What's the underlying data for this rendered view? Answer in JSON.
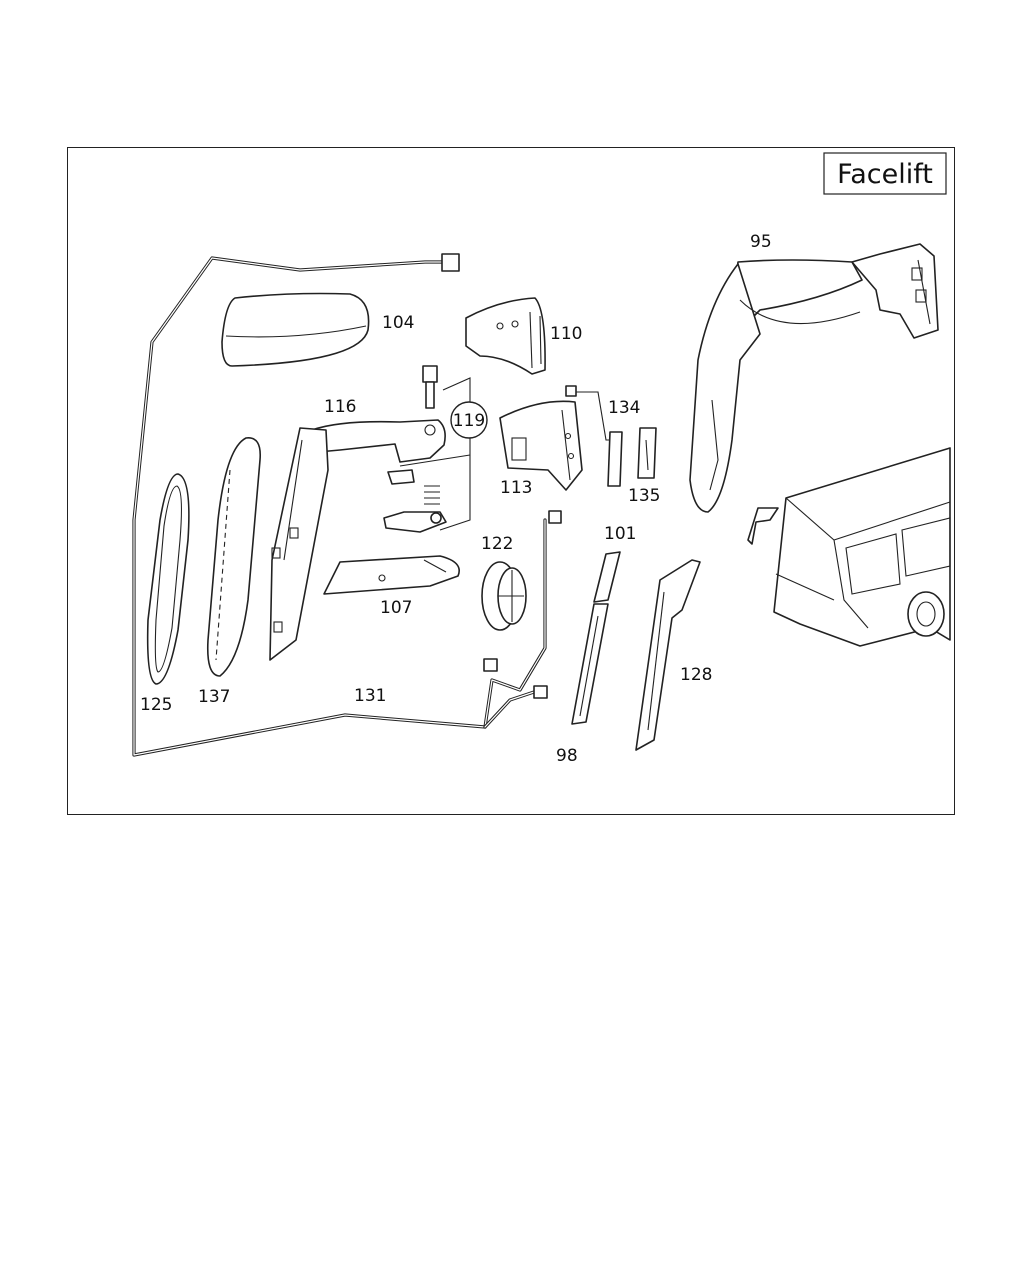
{
  "variant_label": "Facelift",
  "part_numbers": {
    "p95": "95",
    "p98": "98",
    "p101": "101",
    "p104": "104",
    "p107": "107",
    "p110": "110",
    "p113": "113",
    "p116": "116",
    "p119": "119",
    "p122": "122",
    "p125": "125",
    "p128": "128",
    "p131": "131",
    "p134": "134",
    "p135": "135",
    "p137": "137"
  }
}
